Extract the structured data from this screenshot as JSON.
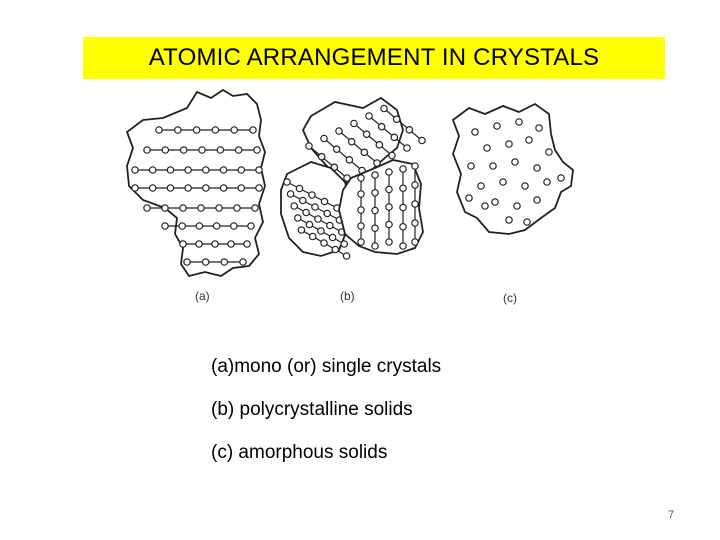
{
  "slide": {
    "title": "ATOMIC ARRANGEMENT IN CRYSTALS",
    "title_bg_color": "#ffff00",
    "figure_labels": {
      "a": "(a)",
      "b": "(b)",
      "c": "(c)"
    },
    "captions": {
      "a": "(a)mono (or) single crystals",
      "b": "(b) polycrystalline solids",
      "c": "(c) amorphous solids"
    },
    "page_number": "7"
  }
}
